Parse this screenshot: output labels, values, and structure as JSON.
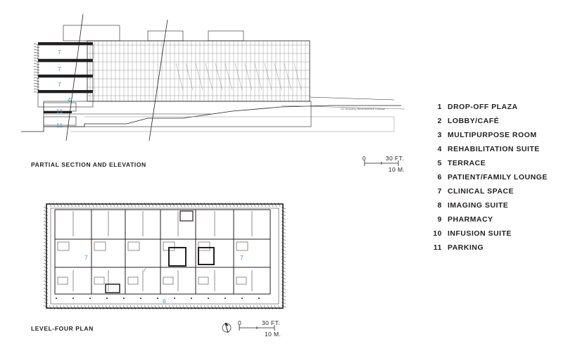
{
  "section": {
    "title": "PARTIAL SECTION AND ELEVATION",
    "floor_labels": [
      "7",
      "7",
      "7",
      "4",
      "11",
      "11"
    ],
    "street_label": "UC Berkeley Neuroscience Institute",
    "scale": {
      "zero": "0",
      "ft": "30 FT.",
      "m": "10 M."
    }
  },
  "plan": {
    "title": "LEVEL-FOUR PLAN",
    "room_labels": [
      "7",
      "7",
      "7",
      "6"
    ],
    "scale": {
      "zero": "0",
      "ft": "30 FT.",
      "m": "10 M."
    }
  },
  "legend": [
    {
      "num": "1",
      "label": "DROP-OFF PLAZA"
    },
    {
      "num": "2",
      "label": "LOBBY/CAFÉ"
    },
    {
      "num": "3",
      "label": "MULTIPURPOSE ROOM"
    },
    {
      "num": "4",
      "label": "REHABILITATION SUITE"
    },
    {
      "num": "5",
      "label": "TERRACE"
    },
    {
      "num": "6",
      "label": "PATIENT/FAMILY LOUNGE"
    },
    {
      "num": "7",
      "label": "CLINICAL SPACE"
    },
    {
      "num": "8",
      "label": "IMAGING SUITE"
    },
    {
      "num": "9",
      "label": "PHARMACY"
    },
    {
      "num": "10",
      "label": "INFUSION SUITE"
    },
    {
      "num": "11",
      "label": "PARKING"
    }
  ],
  "colors": {
    "label_blue": "#2a9fd6",
    "line": "#231f20"
  }
}
